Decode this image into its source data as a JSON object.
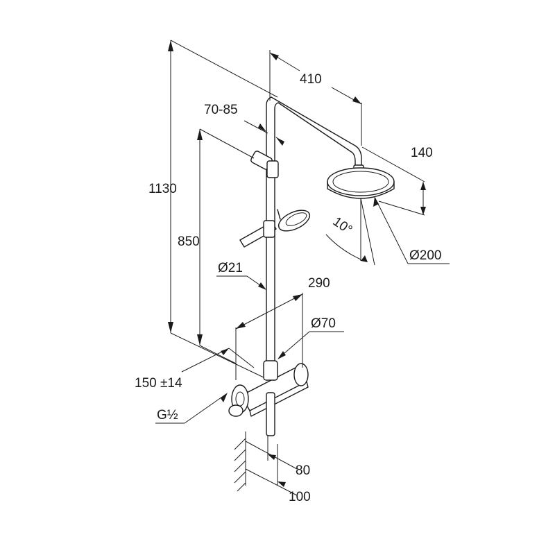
{
  "dimensions": {
    "arm_reach": "410",
    "holder_range": "70-85",
    "head_drop": "140",
    "total_height": "1130",
    "holder_height": "850",
    "tilt_angle": "10°",
    "head_diameter": "Ø200",
    "rail_diameter": "Ø21",
    "mixer_width": "290",
    "mixer_diameter": "Ø70",
    "inlet_spacing": "150 ±14",
    "thread": "G½",
    "wall_offset_a": "80",
    "wall_offset_b": "100"
  },
  "colors": {
    "line": "#1a1a1a",
    "background": "#ffffff"
  }
}
